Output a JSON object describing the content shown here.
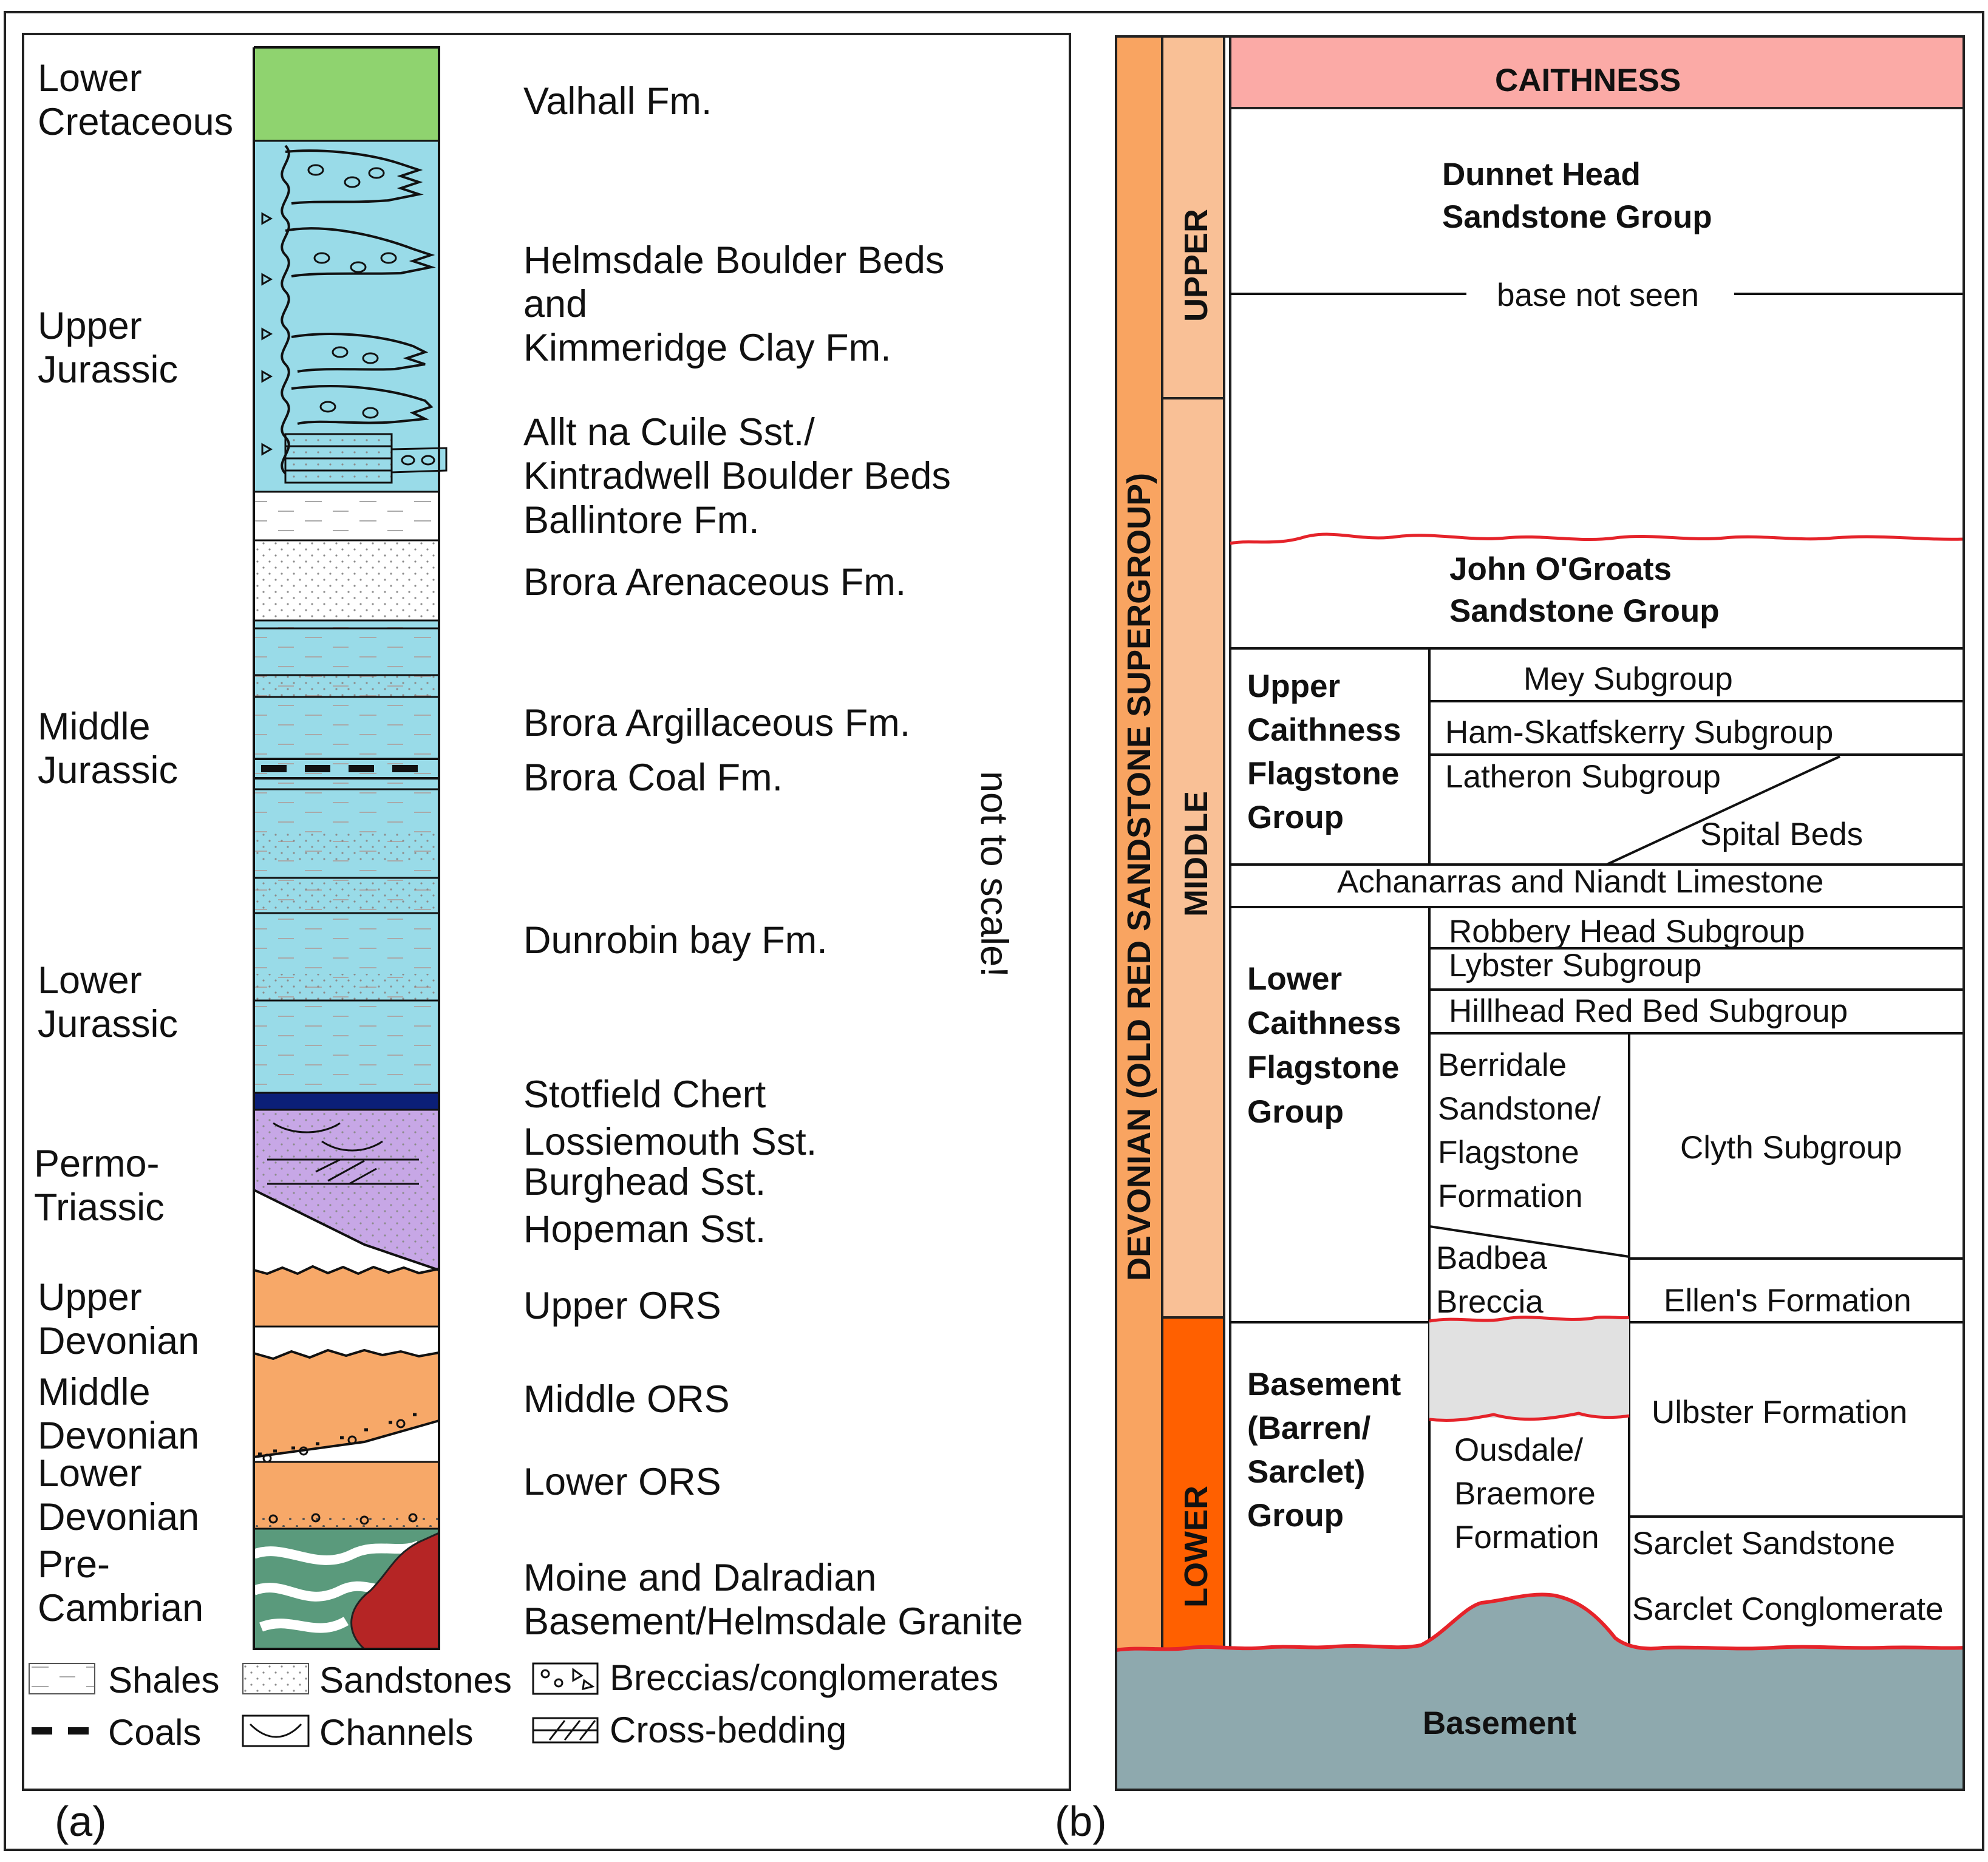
{
  "panel_a": {
    "panel_label": "(a)",
    "ages": {
      "lower_cretaceous": [
        "Lower",
        "Cretaceous"
      ],
      "upper_jurassic": [
        "Upper",
        "Jurassic"
      ],
      "middle_jurassic": [
        "Middle",
        "Jurassic"
      ],
      "lower_jurassic": [
        "Lower",
        "Jurassic"
      ],
      "permo_triassic": [
        "Permo-",
        "Triassic"
      ],
      "upper_devonian": [
        "Upper",
        "Devonian"
      ],
      "middle_devonian": [
        "Middle",
        "Devonian"
      ],
      "lower_devonian": [
        "Lower",
        "Devonian"
      ],
      "pre_cambrian": [
        "Pre-",
        "Cambrian"
      ]
    },
    "formations": {
      "valhall": "Valhall Fm.",
      "helmsdale_1": "Helmsdale Boulder Beds",
      "helmsdale_2": "and",
      "helmsdale_3": "Kimmeridge Clay Fm.",
      "allt_1": "Allt na Cuile Sst./",
      "allt_2": "Kintradwell Boulder Beds",
      "ballintore": "Ballintore Fm.",
      "brora_aren": "Brora Arenaceous Fm.",
      "brora_argil": "Brora Argillaceous Fm.",
      "brora_coal": "Brora Coal Fm.",
      "dunrobin": "Dunrobin bay Fm.",
      "stotfield": "Stotfield Chert",
      "lossiemouth": "Lossiemouth Sst.",
      "burghead": "Burghead Sst.",
      "hopeman": "Hopeman Sst.",
      "upper_ors": "Upper ORS",
      "middle_ors": "Middle ORS",
      "lower_ors": "Lower ORS",
      "moine_1": "Moine and Dalradian",
      "moine_2": "Basement/Helmsdale Granite"
    },
    "scale_note": "not to scale!",
    "legend": {
      "shales": "Shales",
      "sandstones": "Sandstones",
      "breccias": "Breccias/conglomerates",
      "coals": "Coals",
      "channels": "Channels",
      "cross_bedding": "Cross-bedding"
    }
  },
  "panel_b": {
    "panel_label": "(b)",
    "supergroup": "DEVONIAN (OLD RED SANDSTONE SUPERGROUP)",
    "series": {
      "upper": "UPPER",
      "middle": "MIDDLE",
      "lower": "LOWER"
    },
    "caithness": "CAITHNESS",
    "dunnet": [
      "Dunnet Head",
      "Sandstone Group"
    ],
    "base_not_seen": "base not seen",
    "john": [
      "John O'Groats",
      "Sandstone Group"
    ],
    "ucfg": [
      "Upper",
      "Caithness",
      "Flagstone",
      "Group"
    ],
    "mey": "Mey Subgroup",
    "ham": "Ham-Skatfskerry Subgroup",
    "latheron": "Latheron Subgroup",
    "spital": "Spital Beds",
    "achanarras": "Achanarras and Niandt Limestone",
    "lcfg": [
      "Lower",
      "Caithness",
      "Flagstone",
      "Group"
    ],
    "robbery": "Robbery Head Subgroup",
    "lybster": "Lybster Subgroup",
    "hillhead": "Hillhead Red Bed Subgroup",
    "berridale": [
      "Berridale",
      "Sandstone/",
      "Flagstone",
      "Formation"
    ],
    "clyth": "Clyth Subgroup",
    "badbea": [
      "Badbea",
      "Breccia"
    ],
    "ellens": "Ellen's Formation",
    "basement_group": [
      "Basement",
      "(Barren/",
      "Sarclet)",
      "Group"
    ],
    "ousdale": [
      "Ousdale/",
      "Braemore",
      "Formation"
    ],
    "ulbster": "Ulbster Formation",
    "sarclet_sst": "Sarclet Sandstone",
    "sarclet_cgl": "Sarclet Conglomerate",
    "basement": "Basement"
  },
  "colors": {
    "cretaceous_green": "#8fd36f",
    "jurassic_blue": "#99dbe8",
    "triassic_purple": "#c7a7e6",
    "ors_orange": "#f7a868",
    "chert_navy": "#0b1f78",
    "granite_red": "#b52525",
    "moine_green": "#5a9a7c",
    "caithness_pink": "#fbaaa6",
    "series_light_orange": "#f9c096",
    "supergroup_orange": "#f9a461",
    "lower_series_orange": "#ff6000",
    "basement_grey": "#8ea9ae",
    "unconformity_red": "#e5232a",
    "gap_grey": "#e1e1e1"
  }
}
